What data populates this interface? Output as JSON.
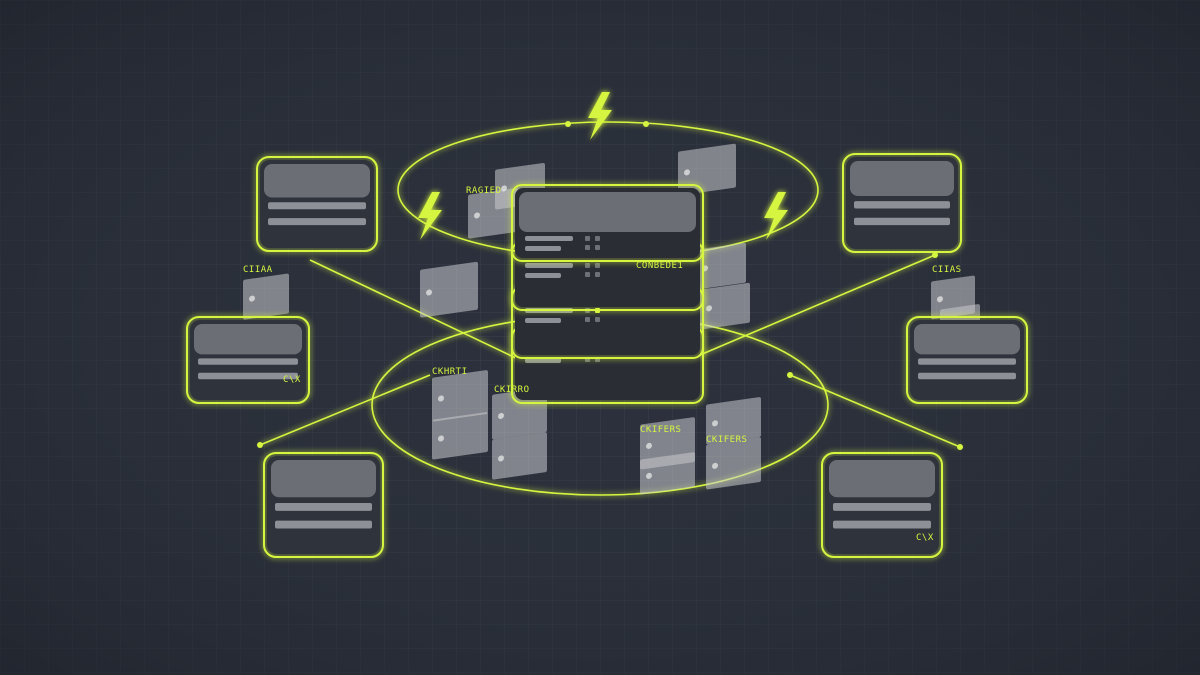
{
  "colors": {
    "background": "#2b303b",
    "grid": "#39404c",
    "accent": "#d6f53f",
    "server_body": "#2f333b",
    "server_top": "#6b6e74",
    "panel": "#c8cacd"
  },
  "icons": [
    "lightning-bolt-icon",
    "server-icon"
  ],
  "labels": {
    "central_top": "CONBEDE1",
    "panel_upper_left": "RAGIED",
    "panel_lower_left": "CKHRTI",
    "panel_lower_mid": "CKIRRO",
    "central_bottom": "CKIFERS",
    "panel_lower_right": "CKIFERS",
    "node_left": "CIIAA",
    "node_right": "CIIAS",
    "node_tag_1": "C\\X",
    "node_tag_2": "C\\X"
  }
}
